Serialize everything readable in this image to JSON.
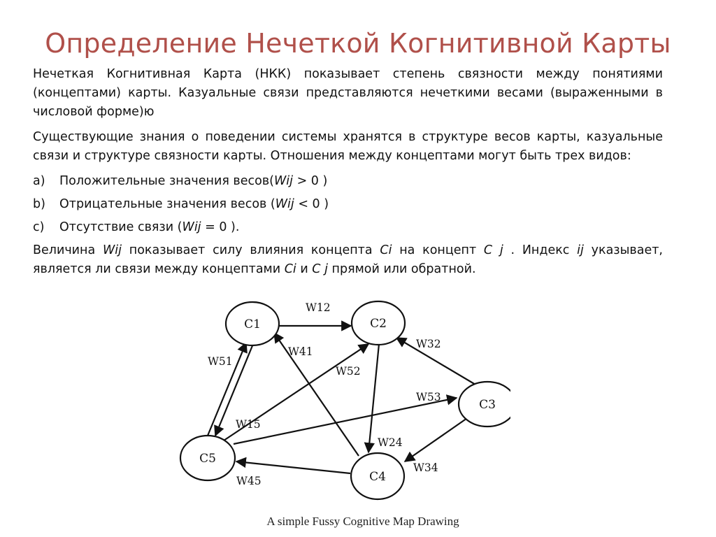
{
  "title": "Определение Нечеткой Когнитивной Карты",
  "paragraphs": {
    "p1": "Нечеткая Когнитивная Карта (НКК) показывает степень связности между понятиями (концептами) карты.  Казуальные связи представляются нечеткими весами (выраженными в числовой форме)ю",
    "p2": "Существующие знания о поведении системы хранятся в структуре весов карты, казуальные связи и структуре связности карты. Отношения между концептами могут быть трех видов:"
  },
  "list": [
    {
      "marker": "a)",
      "pre": "Положительные значения весов(",
      "var": "Wij",
      "post": " > 0 )"
    },
    {
      "marker": "b)",
      "pre": "Отрицательные значения весов (",
      "var": "Wij",
      "post": " < 0 )"
    },
    {
      "marker": "c)",
      "pre": "Отсутствие связи (",
      "var": "Wij",
      "post": " = 0 )."
    }
  ],
  "final_paragraph": {
    "t1": "Величина  ",
    "v1": "Wij",
    "t2": " показывает силу влияния концепта ",
    "v2": "Ci",
    "t3": " на концепт ",
    "v3": "C j",
    "t4": " . Индекс ",
    "v4": "ij",
    "t5": " указывает, является ли связи между концептами  ",
    "v5": "Ci",
    "t6": " и ",
    "v6": "C j",
    "t7": " прямой или обратной."
  },
  "diagram": {
    "nodes": {
      "c1": "C1",
      "c2": "C2",
      "c3": "C3",
      "c4": "C4",
      "c5": "C5"
    },
    "edges": {
      "w12": "W12",
      "w41": "W41",
      "w32": "W32",
      "w51": "W51",
      "w52": "W52",
      "w53": "W53",
      "w15": "W15",
      "w24": "W24",
      "w34": "W34",
      "w45": "W45"
    },
    "caption": "A simple Fussy Cognitive Map Drawing"
  },
  "colors": {
    "title": "#b0504a",
    "text": "#111111"
  }
}
